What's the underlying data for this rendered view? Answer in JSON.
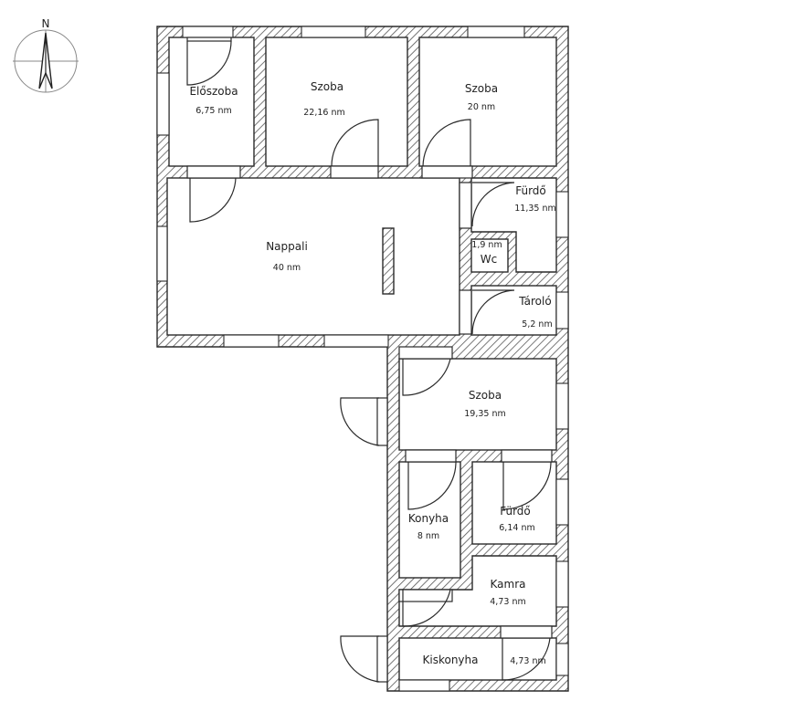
{
  "compass": {
    "letter": "N"
  },
  "rooms": {
    "eloszoba": {
      "name": "Előszoba",
      "area": "6,75 nm"
    },
    "szoba1": {
      "name": "Szoba",
      "area": "22,16 nm"
    },
    "szoba2": {
      "name": "Szoba",
      "area": "20 nm"
    },
    "furdo1": {
      "name": "Fürdő",
      "area": "11,35 nm"
    },
    "wc": {
      "name": "Wc",
      "area": "1,9 nm"
    },
    "nappali": {
      "name": "Nappali",
      "area": "40 nm"
    },
    "tarolo": {
      "name": "Tároló",
      "area": "5,2 nm"
    },
    "szoba3": {
      "name": "Szoba",
      "area": "19,35 nm"
    },
    "konyha": {
      "name": "Konyha",
      "area": "8 nm"
    },
    "furdo2": {
      "name": "Fürdő",
      "area": "6,14 nm"
    },
    "kamra": {
      "name": "Kamra",
      "area": "4,73 nm"
    },
    "kiskonyha": {
      "name": "Kiskonyha",
      "area": "4,73 nm"
    }
  }
}
